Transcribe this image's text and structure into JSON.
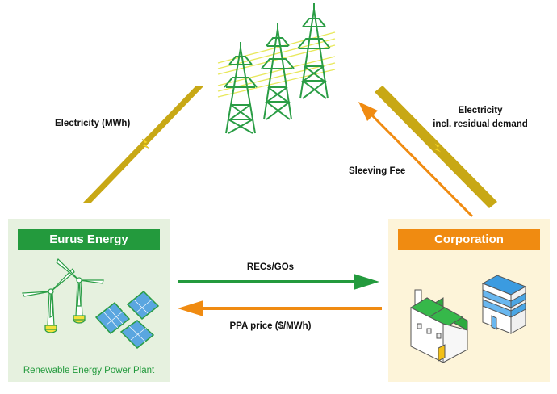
{
  "left_entity": {
    "title": "Eurus Energy",
    "caption": "Renewable Energy Power Plant"
  },
  "right_entity": {
    "title": "Corporation"
  },
  "flows": {
    "electricity_left": "Electricity (MWh)",
    "electricity_right_line1": "Electricity",
    "electricity_right_line2": "incl. residual demand",
    "sleeving_fee": "Sleeving Fee",
    "recs": "RECs/GOs",
    "ppa_price": "PPA price ($/MWh)"
  },
  "colors": {
    "green": "#239a3d",
    "orange": "#f08b11",
    "gold": "#c8a815",
    "tower_green": "#2a9d45"
  }
}
